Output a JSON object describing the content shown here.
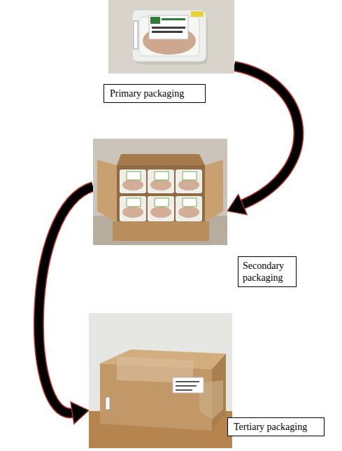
{
  "diagram": {
    "nodes": [
      {
        "text": [
          "Primary packaging"
        ]
      },
      {
        "text": [
          "Secondary packaging"
        ]
      },
      {
        "text": [
          "Tertiary packaging"
        ]
      }
    ],
    "edges": [
      {
        "from": 0,
        "to": 1,
        "arrow": "to"
      },
      {
        "from": 1,
        "to": 2,
        "arrow": "to"
      }
    ]
  }
}
